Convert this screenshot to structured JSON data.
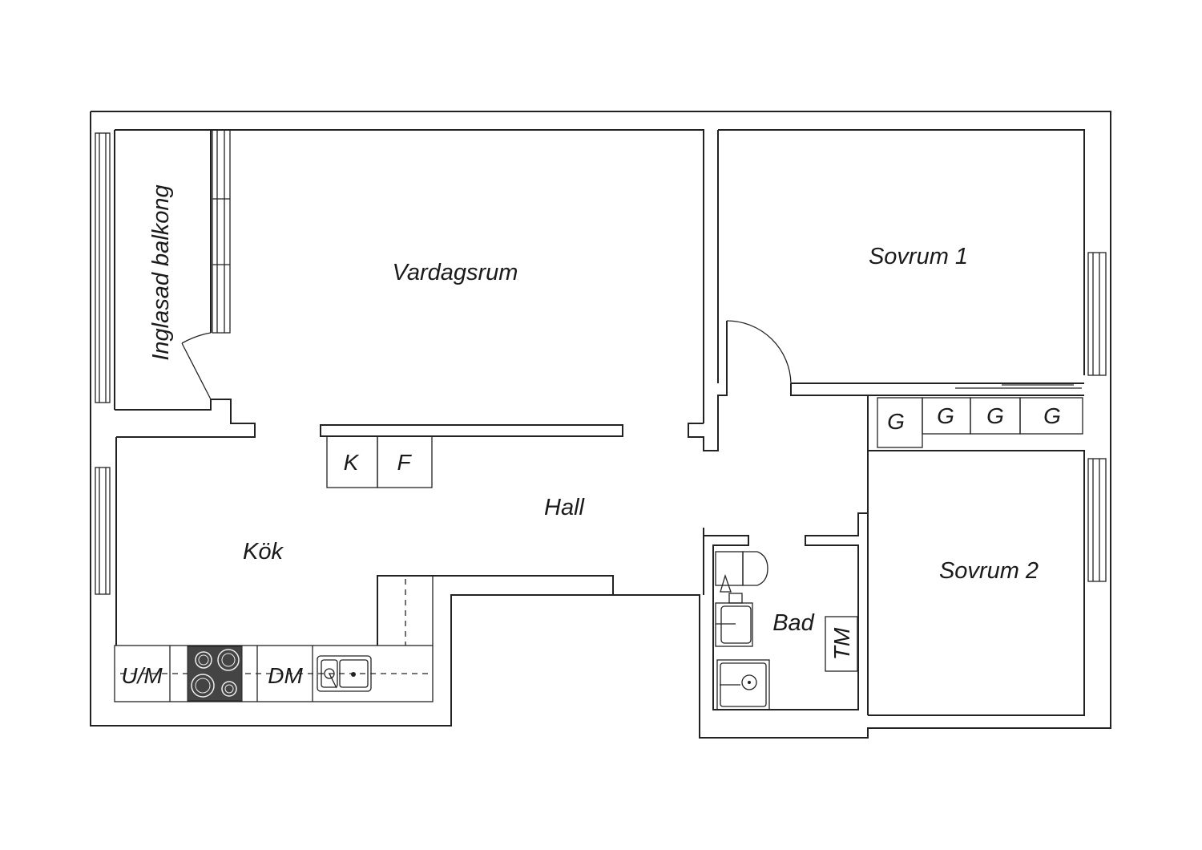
{
  "rooms": {
    "living_room": "Vardagsrum",
    "bedroom_1": "Sovrum 1",
    "bedroom_2": "Sovrum 2",
    "hall": "Hall",
    "kitchen": "Kök",
    "bathroom": "Bad",
    "balcony": "Inglasad balkong"
  },
  "fixtures": {
    "fridge": "K",
    "freezer": "F",
    "wardrobe": "G",
    "dishwasher": "DM",
    "oven_microwave": "U/M",
    "washer": "TM"
  }
}
